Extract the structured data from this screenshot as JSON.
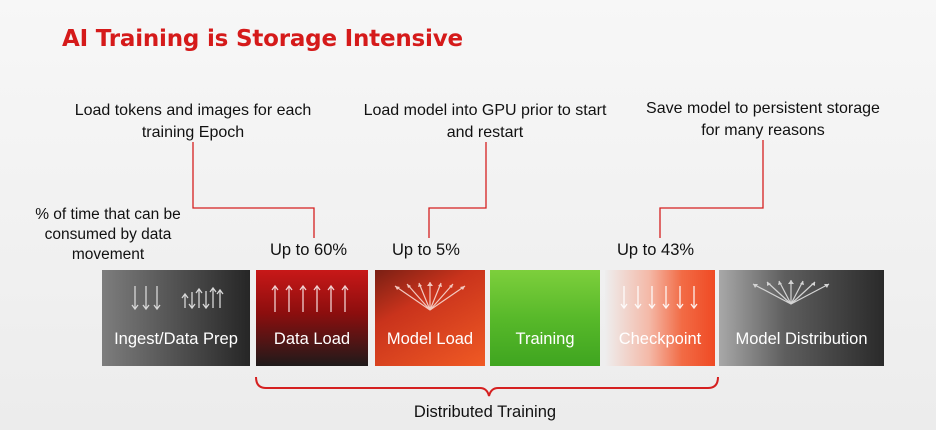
{
  "title": "AI Training is Storage Intensive",
  "callouts": {
    "data_load": "Load tokens and images for each training Epoch",
    "model_load": "Load model into GPU prior to start and restart",
    "checkpoint": "Save model to persistent storage for many reasons"
  },
  "side_note": "% of time that can be consumed by data movement",
  "percentages": {
    "data_load": "Up to 60%",
    "model_load": "Up to 5%",
    "checkpoint": "Up to 43%"
  },
  "stages": [
    {
      "label": "Ingest/Data Prep",
      "icon": "mixed-down-up-arrows-icon"
    },
    {
      "label": "Data Load",
      "icon": "up-arrows-icon"
    },
    {
      "label": "Model Load",
      "icon": "fan-out-arrows-icon"
    },
    {
      "label": "Training",
      "icon": ""
    },
    {
      "label": "Checkpoint",
      "icon": "down-arrows-icon"
    },
    {
      "label": "Model Distribution",
      "icon": "fan-out-arrows-icon"
    }
  ],
  "bracket_label": "Distributed Training",
  "colors": {
    "title": "#d51a1a",
    "connector": "#d52020",
    "training": "#58b92a",
    "data_load": "#8c0e0e",
    "model_load": "#e84c21"
  }
}
